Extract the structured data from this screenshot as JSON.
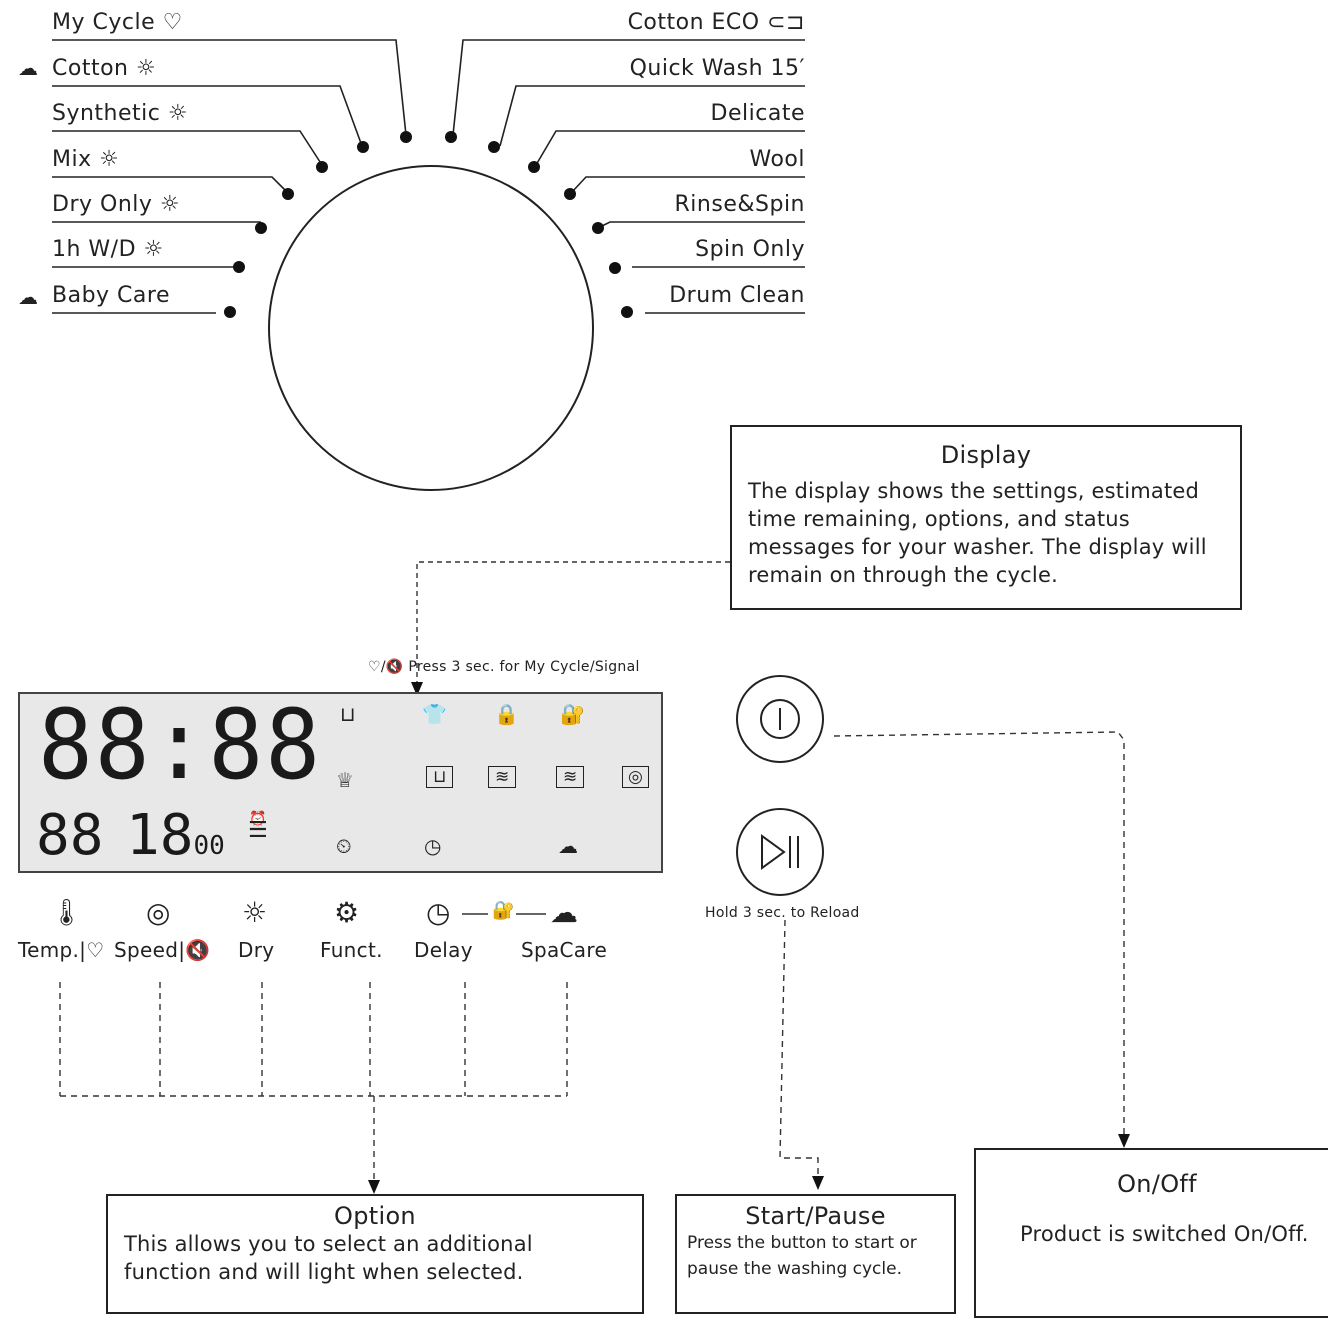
{
  "dial_programs_left": [
    {
      "label": "My Cycle",
      "icon": "heart-icon"
    },
    {
      "label": "Cotton",
      "icon": "sun-icon",
      "prefix_icon": "steam-cloud-icon"
    },
    {
      "label": "Synthetic",
      "icon": "sun-icon"
    },
    {
      "label": "Mix",
      "icon": "sun-icon"
    },
    {
      "label": "Dry Only",
      "icon": "sun-icon"
    },
    {
      "label": "1h W/D",
      "icon": "sun-icon"
    },
    {
      "label": "Baby Care",
      "prefix_icon": "steam-cloud-icon"
    }
  ],
  "dial_programs_right": [
    {
      "label": "Cotton ECO",
      "icon": "eco-tag-icon"
    },
    {
      "label": "Quick Wash 15′"
    },
    {
      "label": "Delicate"
    },
    {
      "label": "Wool"
    },
    {
      "label": "Rinse&Spin"
    },
    {
      "label": "Spin Only"
    },
    {
      "label": "Drum Clean"
    }
  ],
  "display_box": {
    "title": "Display",
    "text": "The display shows the settings, estimated time remaining, options, and status messages for your washer. The display will remain on through the cycle."
  },
  "display_hint": "Press 3 sec. for My Cycle/Signal",
  "lcd": {
    "big_digits": "88:88",
    "small_left": "88",
    "small_mid": "18",
    "small_mid_suffix": "00"
  },
  "option_buttons": [
    {
      "label": "Temp.",
      "icon": "thermometer-icon",
      "secondary_icon": "heart-icon"
    },
    {
      "label": "Speed",
      "icon": "spin-icon",
      "secondary_icon": "mute-icon"
    },
    {
      "label": "Dry",
      "icon": "sun-icon"
    },
    {
      "label": "Funct.",
      "icon": "gear-icon"
    },
    {
      "label": "Delay",
      "icon": "clock-icon"
    },
    {
      "label": "SpaCare",
      "icon": "steam-cloud-icon"
    }
  ],
  "start_pause_hint": "Hold 3 sec. to Reload",
  "option_box": {
    "title": "Option",
    "text": "This allows you to select an additional function and will light when selected."
  },
  "start_pause_box": {
    "title": "Start/Pause",
    "text": "Press the button to start or pause the washing cycle."
  },
  "onoff_box": {
    "title": "On/Off",
    "text": "Product is switched On/Off."
  }
}
